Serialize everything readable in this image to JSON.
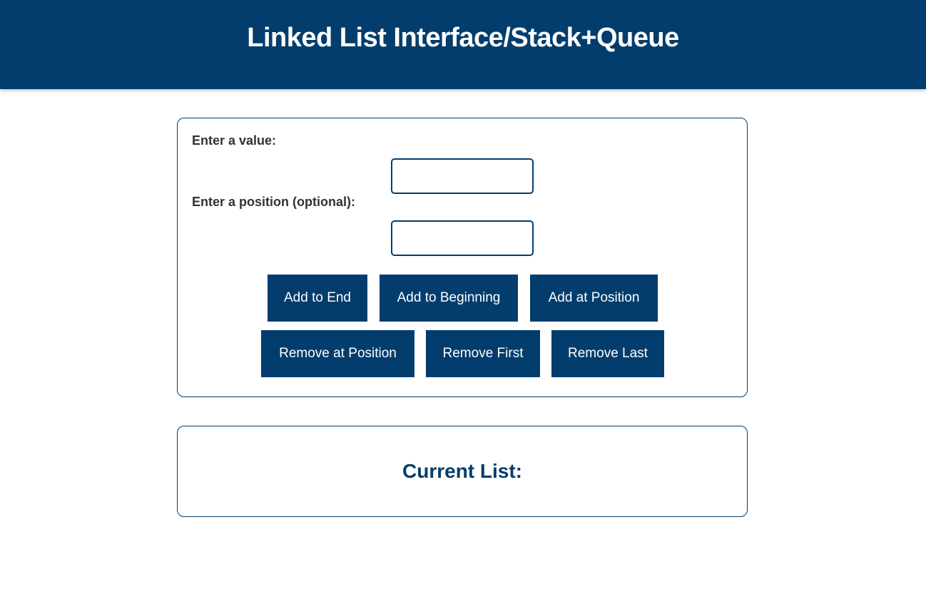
{
  "header": {
    "title": "Linked List Interface/Stack+Queue"
  },
  "form": {
    "value_label": "Enter a value:",
    "value_input": "",
    "position_label": "Enter a position (optional):",
    "position_input": "",
    "buttons": {
      "add_end": "Add to End",
      "add_beginning": "Add to Beginning",
      "add_position": "Add at Position",
      "remove_position": "Remove at Position",
      "remove_first": "Remove First",
      "remove_last": "Remove Last"
    }
  },
  "list": {
    "title": "Current List:"
  },
  "colors": {
    "primary": "#033d6d",
    "label_text": "#333333",
    "background": "#ffffff"
  }
}
